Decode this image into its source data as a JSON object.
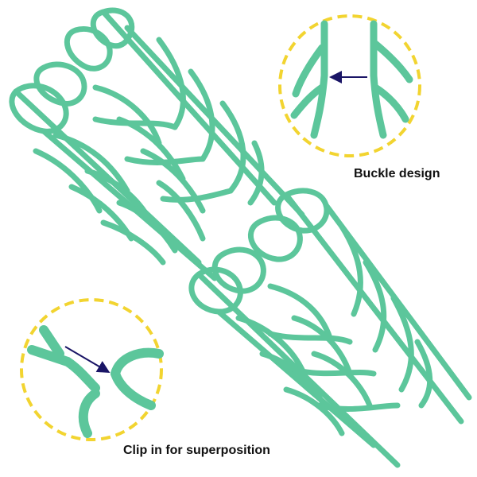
{
  "image": {
    "subject": "green plastic leaf-shaped plant trellis panels",
    "colors": {
      "trellis": "#5cc69b",
      "trellis_edge": "#2e8a66",
      "callout_circle": "#f2d430",
      "arrow": "#1a1566",
      "background": "#ffffff"
    }
  },
  "callouts": {
    "buckle": {
      "caption": "Buckle design"
    },
    "clip": {
      "caption": "Clip in for superposition"
    }
  }
}
